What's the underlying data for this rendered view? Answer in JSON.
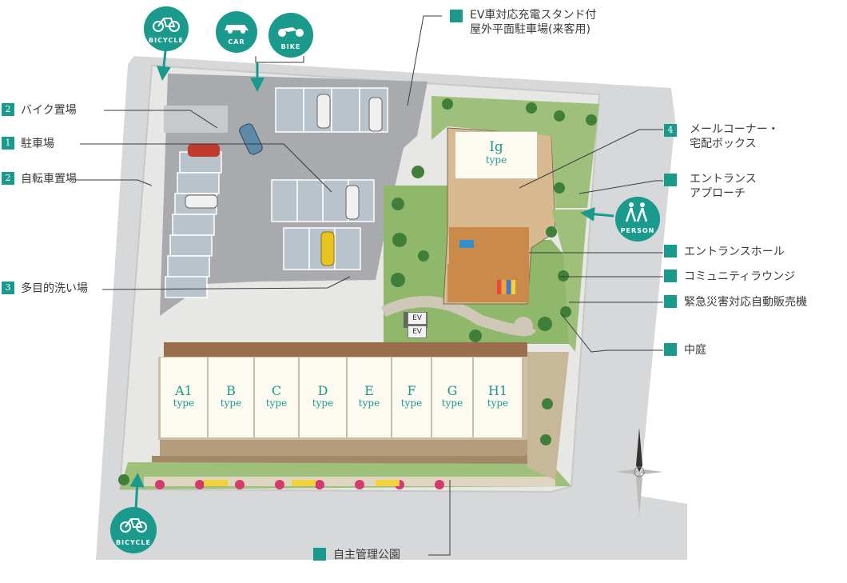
{
  "colors": {
    "accent": "#1a9a8c",
    "label_text": "#3a3a3a",
    "asphalt": "#a8aaad",
    "lawn": "#8fb86a",
    "deck": "#c98a4a"
  },
  "legend_left": [
    {
      "num": "2",
      "text": "バイク置場"
    },
    {
      "num": "1",
      "text": "駐車場"
    },
    {
      "num": "2",
      "text": "自転車置場"
    },
    {
      "num": "3",
      "text": "多目的洗い場"
    }
  ],
  "legend_right": {
    "ev_parking_line1": "EV車対応充電スタンド付",
    "ev_parking_line2": "屋外平面駐車場(来客用)",
    "mail_num": "4",
    "mail_line1": "メールコーナー・",
    "mail_line2": "宅配ボックス",
    "entrance_approach_line1": "エントランス",
    "entrance_approach_line2": "アプローチ",
    "entrance_hall": "エントランスホール",
    "community_lounge": "コミュニティラウンジ",
    "vending_machine": "緊急災害対応自動販売機",
    "courtyard": "中庭",
    "park": "自主管理公園"
  },
  "units": [
    {
      "name": "A1",
      "type": "type"
    },
    {
      "name": "B",
      "type": "type"
    },
    {
      "name": "C",
      "type": "type"
    },
    {
      "name": "D",
      "type": "type"
    },
    {
      "name": "E",
      "type": "type"
    },
    {
      "name": "F",
      "type": "type"
    },
    {
      "name": "G",
      "type": "type"
    },
    {
      "name": "H1",
      "type": "type"
    }
  ],
  "ig_unit": {
    "name": "Ig",
    "type": "type"
  },
  "badges": {
    "bicycle": "BICYCLE",
    "car": "CAR",
    "bike": "BIKE",
    "person": "PERSON"
  },
  "elevators": {
    "ev1": "EV",
    "ev2": "EV"
  },
  "icons": {
    "bicycle": "bicycle-icon",
    "car": "car-icon",
    "motorbike": "motorbike-icon",
    "walkers": "walking-people-icon",
    "compass": "compass-icon"
  }
}
